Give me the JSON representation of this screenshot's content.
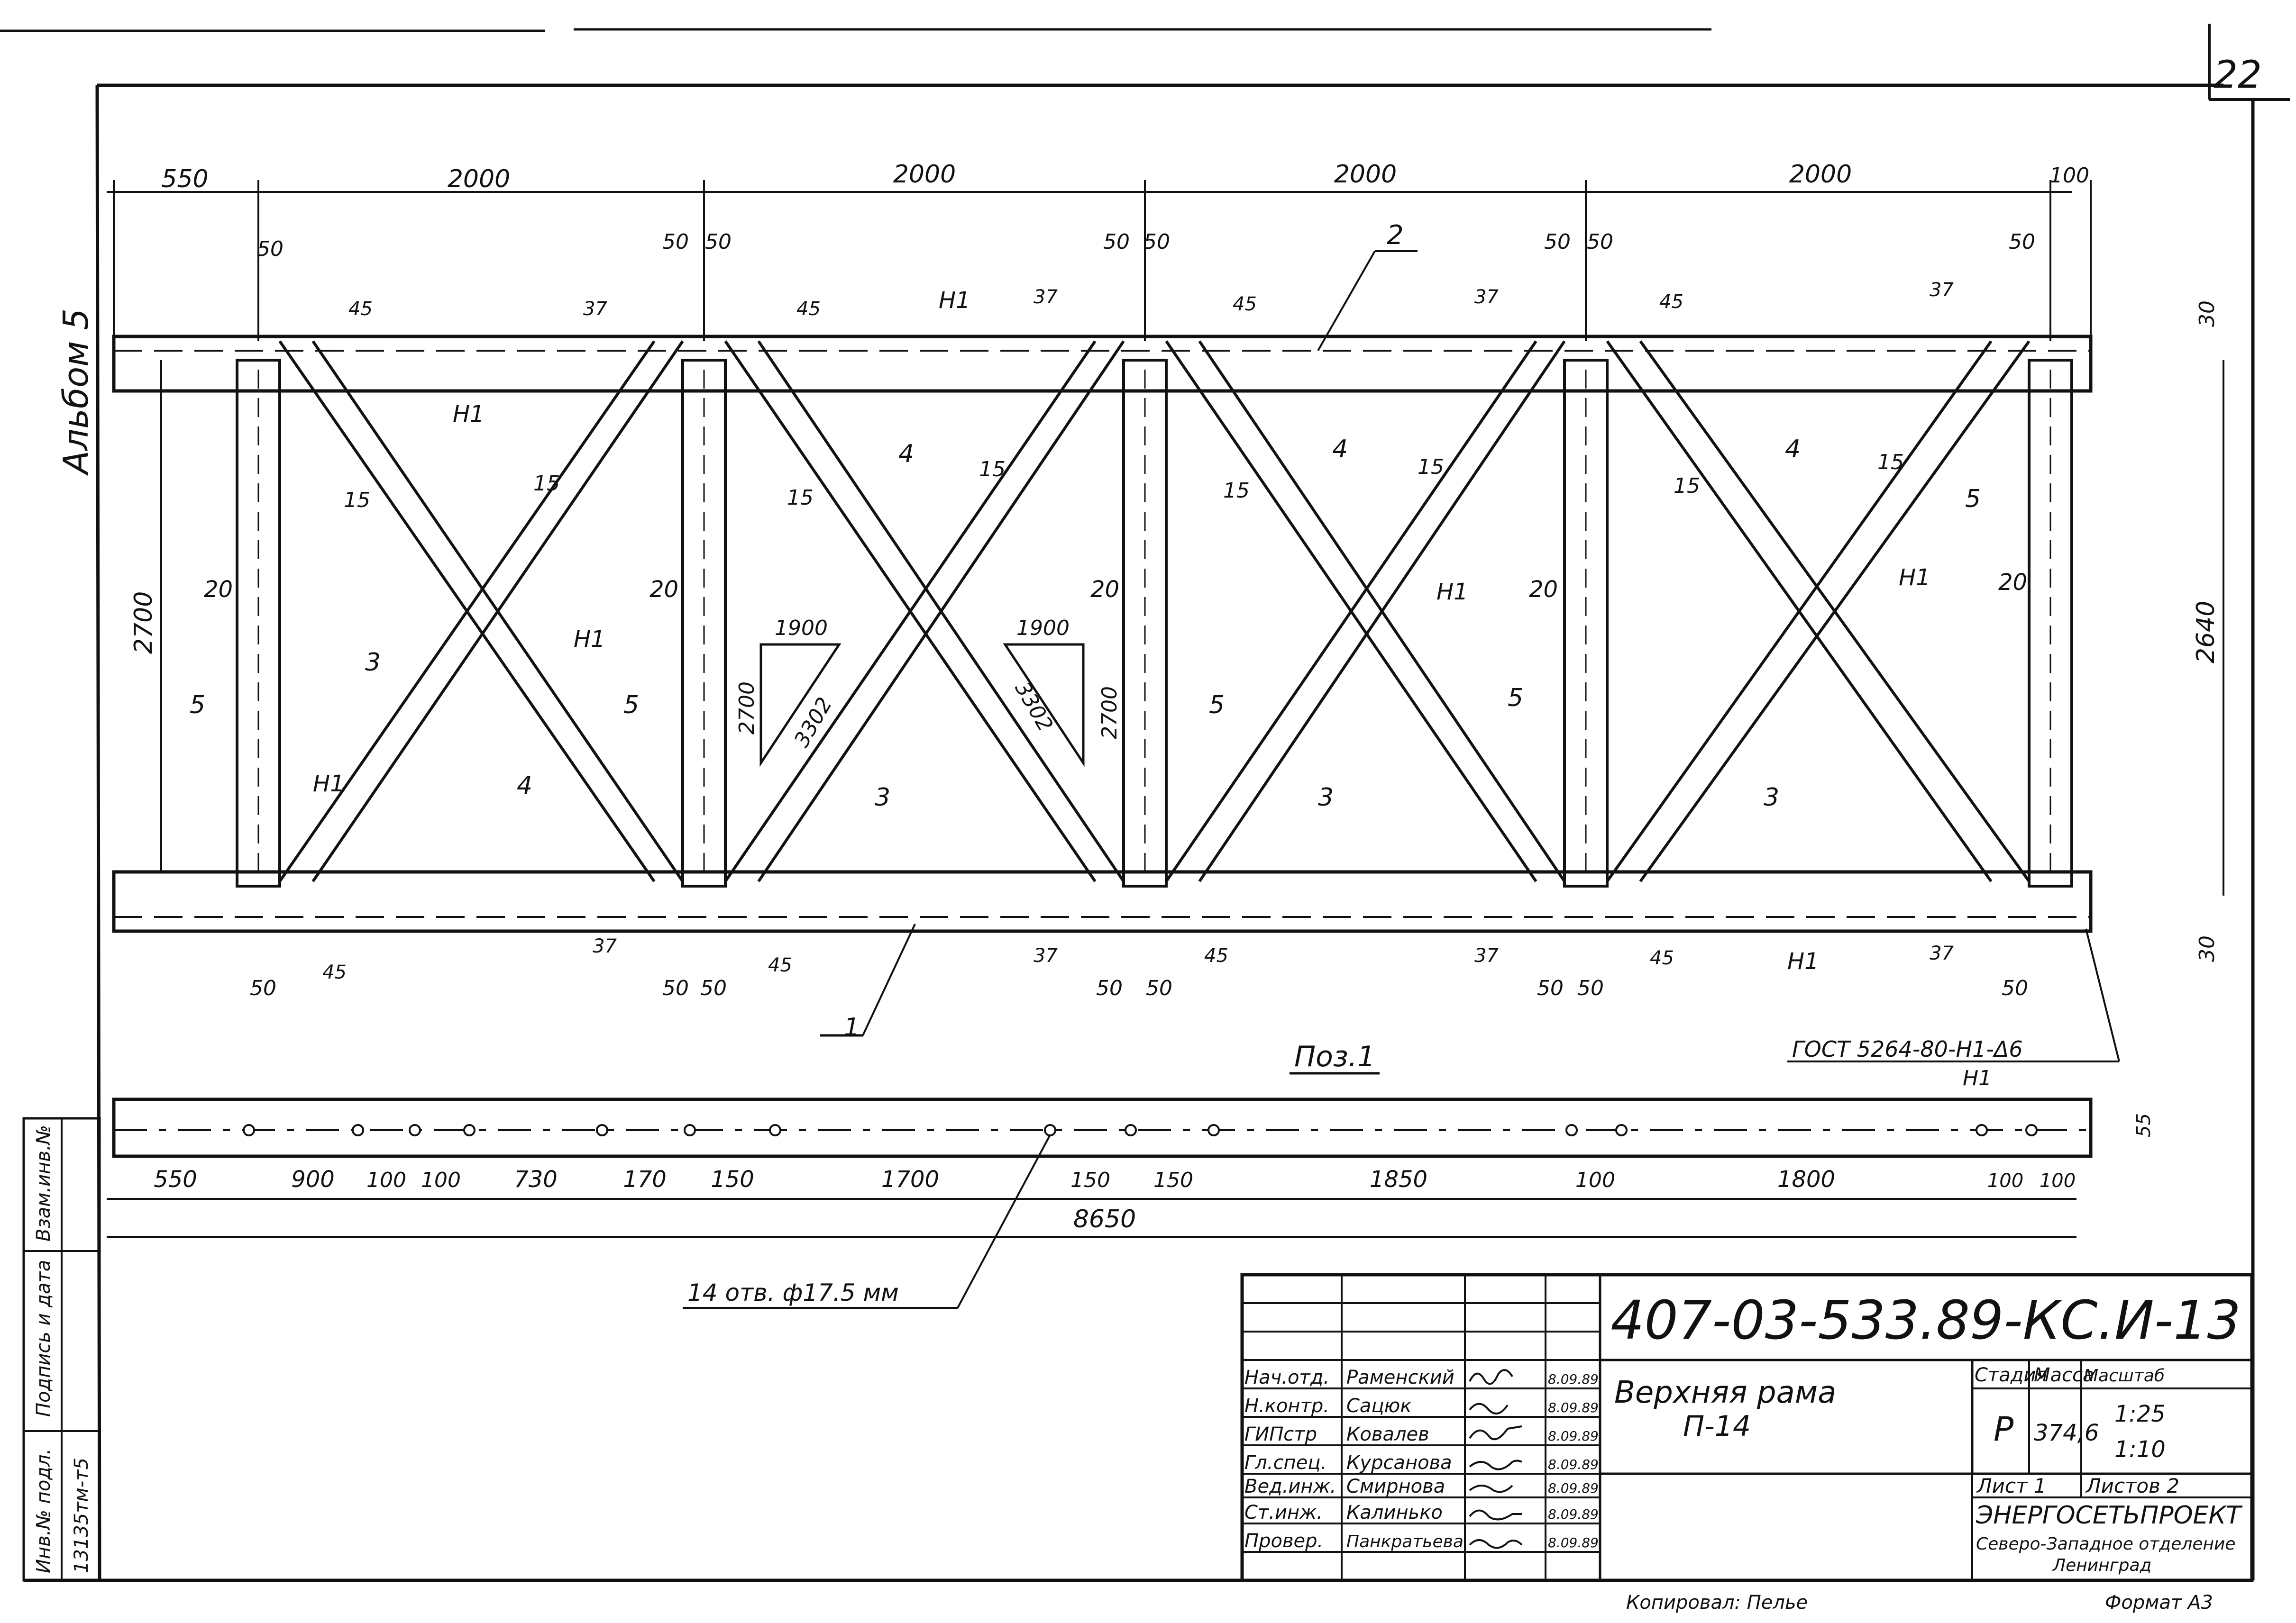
{
  "sheet": {
    "number": "22",
    "album": "Альбом 5",
    "doc_code": "407-03-533.89-КС.И-13",
    "title_line1": "Верхняя рама",
    "title_line2": "П-14",
    "poz": "Поз.1",
    "gost_weld_line1": "ГОСТ 5264-80-Н1-Δ6",
    "gost_weld_line2": "Н1",
    "holes_note": "14 отв. ф17.5 мм",
    "copied": "Копировал: Пелье",
    "format": "Формат А3",
    "inv_strip": [
      "Инв.№ подл.",
      "Подпись и дата",
      "Взам.инв.№",
      "13135тм-т5"
    ]
  },
  "top_dims": [
    "550",
    "2000",
    "2000",
    "2000",
    "2000",
    "100"
  ],
  "top_small_dims": [
    "50",
    "50",
    "50",
    "50",
    "50",
    "50",
    "50",
    "50",
    "50",
    "50"
  ],
  "weld_sizes": {
    "a": "45",
    "b": "37"
  },
  "side_dims": {
    "left": "2700",
    "right": "2640",
    "top_offset": "30",
    "bottom_offset": "30",
    "hole_offset": "55"
  },
  "member_labels": {
    "pos1": "1",
    "pos2": "2",
    "pos3": "3",
    "pos4": "4",
    "pos5": "5",
    "weld": "Н1",
    "t15": "15",
    "t20": "20"
  },
  "triangle": {
    "run": "1900",
    "rise": "2700",
    "hyp": "3302"
  },
  "strip_dims": [
    "550",
    "900",
    "100",
    "100",
    "730",
    "170",
    "150",
    "1700",
    "150",
    "150",
    "1850",
    "100",
    "1800",
    "100",
    "100"
  ],
  "strip_total": "8650",
  "stamp": {
    "rows": [
      {
        "role": "Нач.отд.",
        "name": "Раменский",
        "date": "8.09.89"
      },
      {
        "role": "Н.контр.",
        "name": "Сацюк",
        "date": "8.09.89"
      },
      {
        "role": "ГИПстр",
        "name": "Ковалев",
        "date": "8.09.89"
      },
      {
        "role": "Гл.спец.",
        "name": "Курсанова",
        "date": "8.09.89"
      },
      {
        "role": "Вед.инж.",
        "name": "Смирнова",
        "date": "8.09.89"
      },
      {
        "role": "Ст.инж.",
        "name": "Калинько",
        "date": "8.09.89"
      },
      {
        "role": "Провер.",
        "name": "Панкратьева",
        "date": "8.09.89"
      }
    ],
    "stage_h": "Стадия",
    "mass_h": "Масса",
    "scale_h": "Масштаб",
    "stage": "Р",
    "mass": "374,6",
    "scale1": "1:25",
    "scale2": "1:10",
    "sheet": "Лист 1",
    "sheets": "Листов 2",
    "org1": "ЭНЕРГОСЕТЬПРОЕКТ",
    "org2": "Северо-Западное отделение",
    "org3": "Ленинград"
  }
}
